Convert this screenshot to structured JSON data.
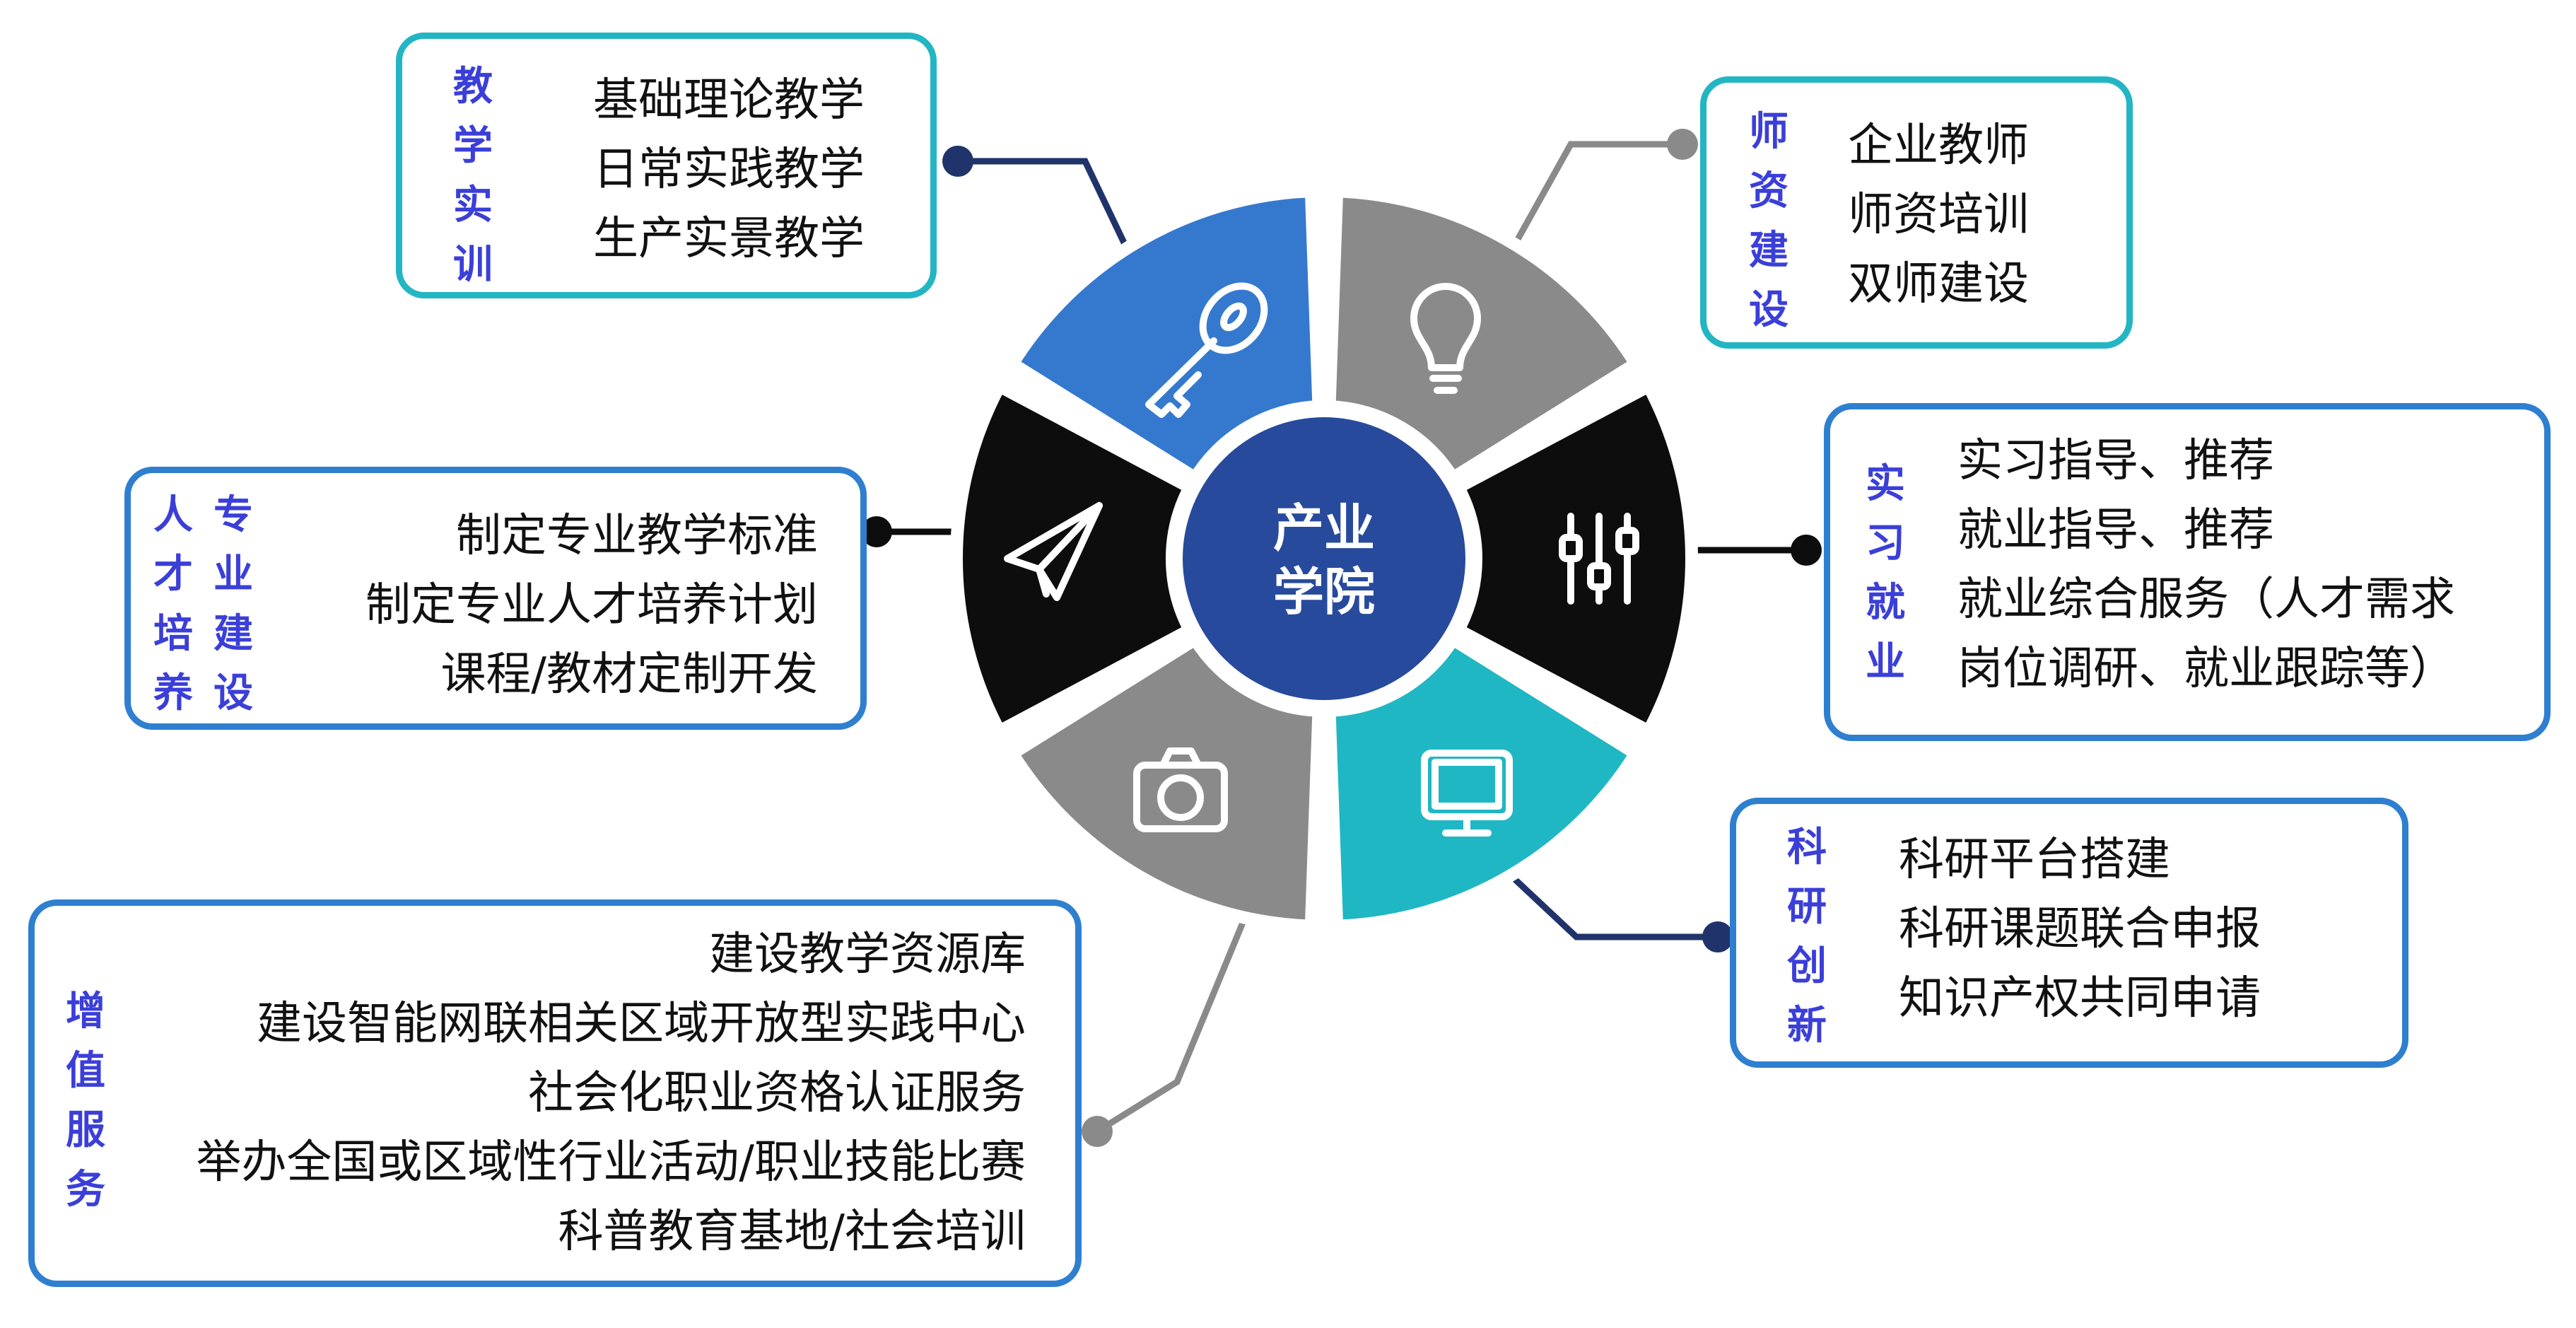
{
  "center": {
    "line1": "产业",
    "line2": "学院"
  },
  "sections": {
    "teaching": {
      "title": [
        "教",
        "学",
        "实",
        "训"
      ],
      "items": [
        "基础理论教学",
        "日常实践教学",
        "生产实景教学"
      ],
      "icon": "key-icon",
      "color": "#3579cf"
    },
    "teachers": {
      "title": [
        "师",
        "资",
        "建",
        "设"
      ],
      "items": [
        "企业教师",
        "师资培训",
        "双师建设"
      ],
      "icon": "lightbulb-icon",
      "color": "#8a8a8a"
    },
    "internship": {
      "title": [
        "实",
        "习",
        "就",
        "业"
      ],
      "items": [
        "实习指导、推荐",
        "就业指导、推荐",
        "就业综合服务（人才需求",
        "岗位调研、就业跟踪等）"
      ],
      "icon": "sliders-icon",
      "color": "#0d0d0d"
    },
    "research": {
      "title": [
        "科",
        "研",
        "创",
        "新"
      ],
      "items": [
        "科研平台搭建",
        "科研课题联合申报",
        "知识产权共同申请"
      ],
      "icon": "monitor-icon",
      "color": "#1fb7c3"
    },
    "services": {
      "title": [
        "增",
        "值",
        "服",
        "务"
      ],
      "items": [
        "建设教学资源库",
        "建设智能网联相关区域开放型实践中心",
        "社会化职业资格认证服务",
        "举办全国或区域性行业活动/职业技能比赛",
        "科普教育基地/社会培训"
      ],
      "icon": "camera-icon",
      "color": "#8a8a8a"
    },
    "talent": {
      "title_col1": [
        "人",
        "才",
        "培",
        "养"
      ],
      "title_col2": [
        "专",
        "业",
        "建",
        "设"
      ],
      "items": [
        "制定专业教学标准",
        "制定专业人才培养计划",
        "课程/教材定制开发"
      ],
      "icon": "paper-plane-icon",
      "color": "#0d0d0d"
    }
  }
}
